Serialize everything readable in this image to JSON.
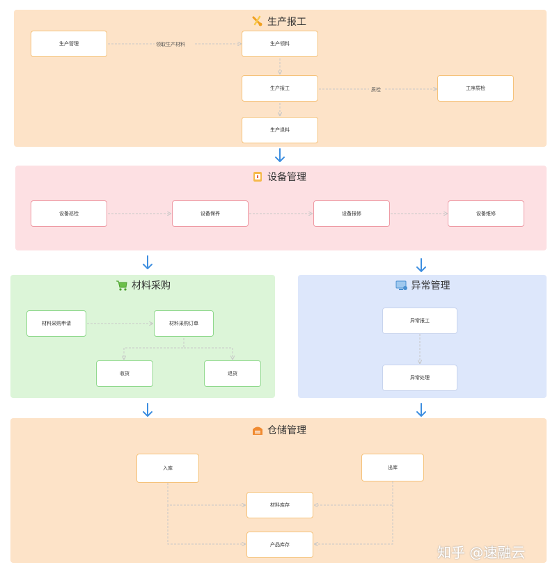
{
  "sections": {
    "production": {
      "title": "生产报工",
      "nodes": [
        "生产管理",
        "生产领料",
        "生产报工",
        "工序质检",
        "生产退料"
      ],
      "edge_labels": [
        "领取生产材料",
        "质检"
      ]
    },
    "equipment": {
      "title": "设备管理",
      "nodes": [
        "设备巡检",
        "设备保养",
        "设备报修",
        "设备维修"
      ]
    },
    "purchase": {
      "title": "材料采购",
      "nodes": [
        "材料采购申请",
        "材料采购订单",
        "收货",
        "退货"
      ]
    },
    "exception": {
      "title": "异常管理",
      "nodes": [
        "异常报工",
        "异常处理"
      ]
    },
    "storage": {
      "title": "仓储管理",
      "nodes": [
        "入库",
        "出库",
        "材料库存",
        "产品库存"
      ]
    }
  },
  "watermark": "知乎 @速融云",
  "colors": {
    "production_bg": "#fde3c8",
    "equipment_bg": "#fde0e3",
    "purchase_bg": "#dcf5d8",
    "exception_bg": "#dde7fb",
    "storage_bg": "#fde3c8",
    "arrow_blue": "#3d8ee0"
  },
  "icons": [
    "tools-icon",
    "card-icon",
    "cart-icon",
    "monitor-icon",
    "warehouse-icon"
  ]
}
